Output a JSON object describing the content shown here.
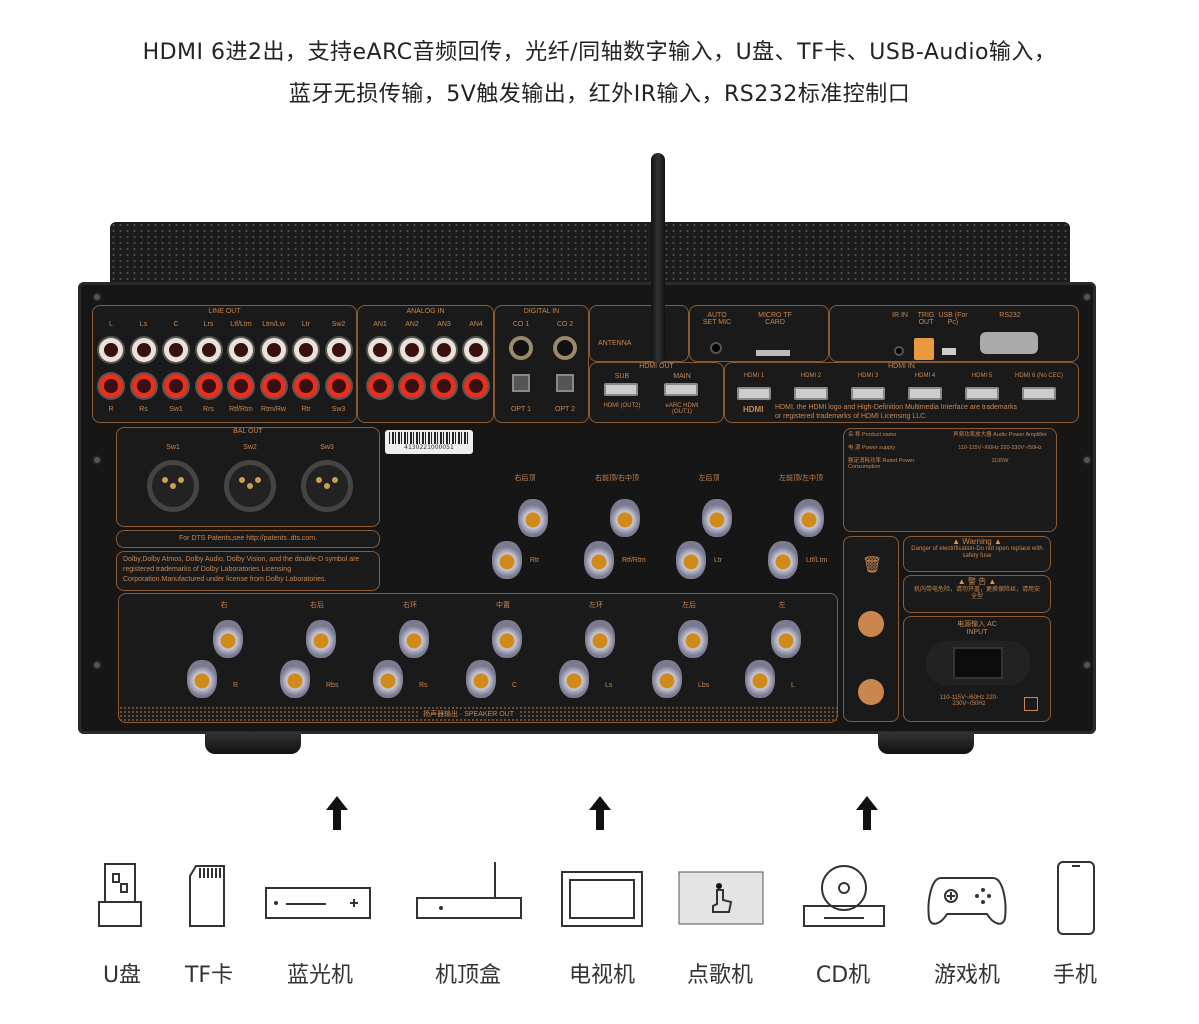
{
  "header": {
    "line1": "HDMI 6进2出，支持eARC音频回传，光纤/同轴数字输入，U盘、TF卡、USB-Audio输入，",
    "line2": "蓝牙无损传输，5V触发输出，红外IR输入，RS232标准控制口"
  },
  "panel": {
    "line_out": {
      "title": "LINE OUT",
      "top": [
        "L",
        "Ls",
        "C",
        "Lrs",
        "Ltf/Ltm",
        "Ltm/Lw",
        "Ltr",
        "Sw2"
      ],
      "bottom": [
        "R",
        "Rs",
        "Sw1",
        "Rrs",
        "Rtf/Rtm",
        "Rtm/Rw",
        "Rtr",
        "Sw3"
      ]
    },
    "analog_in": {
      "title": "ANALOG IN",
      "labels": [
        "AN1",
        "AN2",
        "AN3",
        "AN4"
      ]
    },
    "digital_in": {
      "title": "DIGITAL IN",
      "coax": [
        "CO 1",
        "CO 2"
      ],
      "optical": [
        "OPT 1",
        "OPT 2"
      ]
    },
    "antenna": "ANTENNA",
    "auto_set_mic": "AUTO SET MIC",
    "micro_tf": "MICRO TF CARD",
    "ir_in": "IR IN",
    "trig_out": "TRIG OUT",
    "usb": "USB (For Pc)",
    "rs232": "RS232",
    "hdmi_out": {
      "title": "HDMI OUT",
      "ports": [
        "SUB",
        "MAIN"
      ],
      "captions": [
        "HDMI (OUT2)",
        "eARC HDMI (OUT1)"
      ]
    },
    "hdmi_in": {
      "title": "HDMI IN",
      "ports": [
        "HDMI 1",
        "HDMI 2",
        "HDMI 3",
        "HDMI 4",
        "HDMI 5",
        "HDMI 6 (No CEC)"
      ],
      "logo": "HDMI",
      "notice": "HDMI, the HDMI logo and High-Definition Multimedia Interface are trademarks or registered trademarks of HDMI Licensing LLC."
    },
    "bal_out": {
      "title": "BAL OUT",
      "ports": [
        "Sw1",
        "Sw2",
        "Sw3"
      ]
    },
    "dts_notice": "For DTS Patents,see http://patents .dts.com.",
    "dolby_notice": "Dolby,Dolby  Atmos, Dolby Audio, Dolby Vision, and the double-D symbol are registered trademarks of Dolby Laboratories Licensing Corporation.Manufactured under license from Dolby Laboratories.",
    "barcode": "4130221000051",
    "height_speakers": [
      {
        "cn": "右后顶",
        "code": "Rtr"
      },
      {
        "cn": "右前顶/右中顶",
        "code": "Rtf/Rtm"
      },
      {
        "cn": "左后顶",
        "code": "Ltr"
      },
      {
        "cn": "左前顶/左中顶",
        "code": "Ltf/Ltm"
      }
    ],
    "main_speakers": [
      {
        "cn": "右",
        "code": "R"
      },
      {
        "cn": "右后",
        "code": "Rbs"
      },
      {
        "cn": "右环",
        "code": "Rs"
      },
      {
        "cn": "中置",
        "code": "C"
      },
      {
        "cn": "左环",
        "code": "Ls"
      },
      {
        "cn": "左后",
        "code": "Lbs"
      },
      {
        "cn": "左",
        "code": "L"
      }
    ],
    "speaker_out": "扬声器输出 · SPEAKER OUT",
    "spec": {
      "rows": [
        {
          "k": "名 称 Product name",
          "v": "声频功率放大器 Audio Power Amplifier"
        },
        {
          "k": "电 源 Power supply",
          "v": "110-115V~/60Hz 220-230V~/50Hz"
        },
        {
          "k": "额定消耗功率 Rated Power Consumption",
          "v": "1100W"
        }
      ]
    },
    "warning_en": {
      "title": "Warning",
      "text": "Danger of electrification-Do not open replace with safety fuse"
    },
    "warning_cn": {
      "title": "警 告",
      "text": "机内带电危险，请勿开盖，更换保险丝，请用安全型"
    },
    "ac_input": {
      "title": "电源输入 AC INPUT",
      "rating": "110-115V~/60Hz 220-230V~/50Hz"
    }
  },
  "devices": [
    {
      "label": "U盘",
      "icon": "usb-drive"
    },
    {
      "label": "TF卡",
      "icon": "sd-card"
    },
    {
      "label": "蓝光机",
      "icon": "bluray-player"
    },
    {
      "label": "机顶盒",
      "icon": "set-top-box"
    },
    {
      "label": "电视机",
      "icon": "tv"
    },
    {
      "label": "点歌机",
      "icon": "karaoke-touch"
    },
    {
      "label": "CD机",
      "icon": "cd-player"
    },
    {
      "label": "游戏机",
      "icon": "gamepad"
    },
    {
      "label": "手机",
      "icon": "phone"
    }
  ]
}
